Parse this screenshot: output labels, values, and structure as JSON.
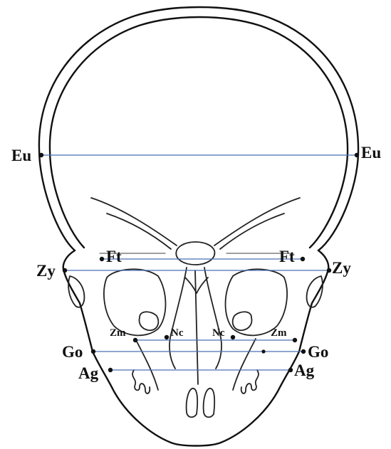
{
  "landmarks": {
    "eu_left": "Eu",
    "eu_right": "Eu",
    "ft_left": "Ft",
    "ft_right": "Ft",
    "zy_left": "Zy",
    "zy_right": "Zy",
    "zm_left": "Zm",
    "zm_right": "Zm",
    "nc_left": "Nc",
    "nc_right": "Nc",
    "go_left": "Go",
    "go_right": "Go",
    "ag_left": "Ag",
    "ag_right": "Ag"
  },
  "colors": {
    "measurement_line": "#4a6fb5",
    "outline": "#111111"
  }
}
